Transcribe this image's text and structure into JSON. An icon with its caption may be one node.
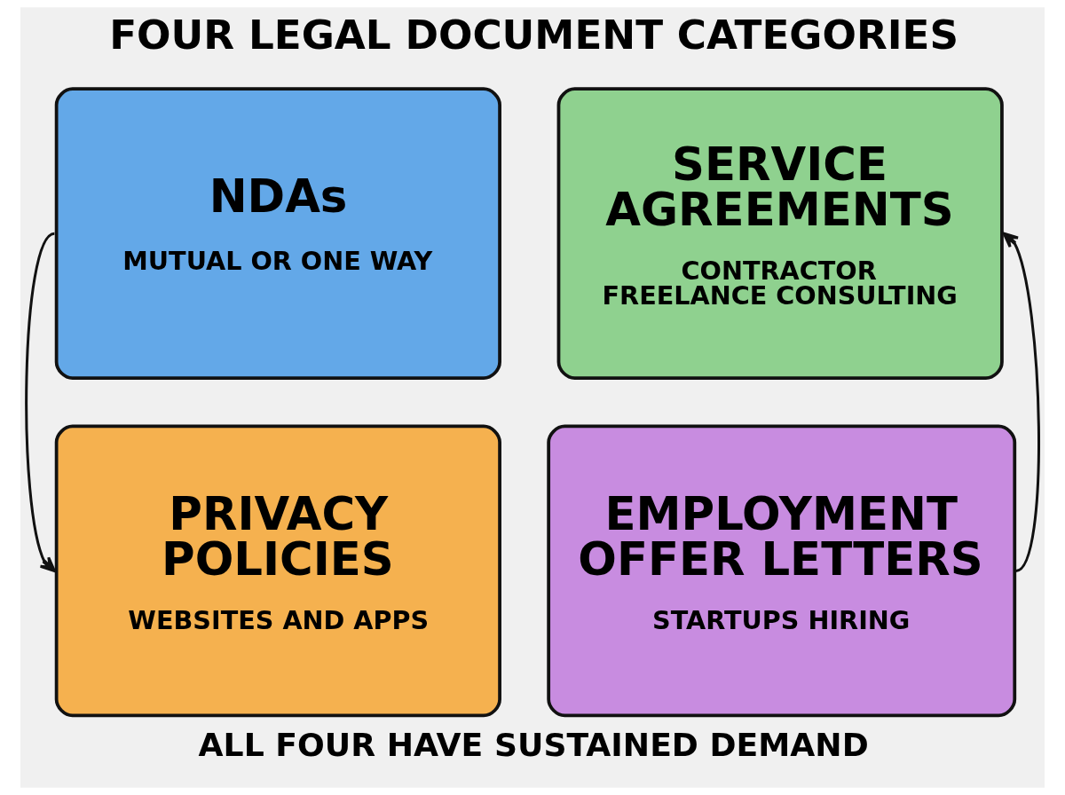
{
  "diagram": {
    "title": "FOUR LEGAL DOCUMENT CATEGORIES",
    "caption": "ALL FOUR HAVE SUSTAINED DEMAND",
    "nodes": [
      {
        "text": [
          "NDAs",
          "MUTUAL OR ONE WAY"
        ]
      },
      {
        "text": [
          "SERVICE AGREEMENTS",
          "CONTRACTOR FREELANCE CONSULTING"
        ]
      },
      {
        "text": [
          "PRIVACY POLICIES",
          "WEBSITES AND APPS"
        ]
      },
      {
        "text": [
          "EMPLOYMENT OFFER LETTERS",
          "STARTUPS HIRING"
        ]
      }
    ],
    "edges": [
      {
        "from": 0,
        "to": 2,
        "arrow": "to"
      },
      {
        "from": 3,
        "to": 1,
        "arrow": "to"
      }
    ]
  }
}
